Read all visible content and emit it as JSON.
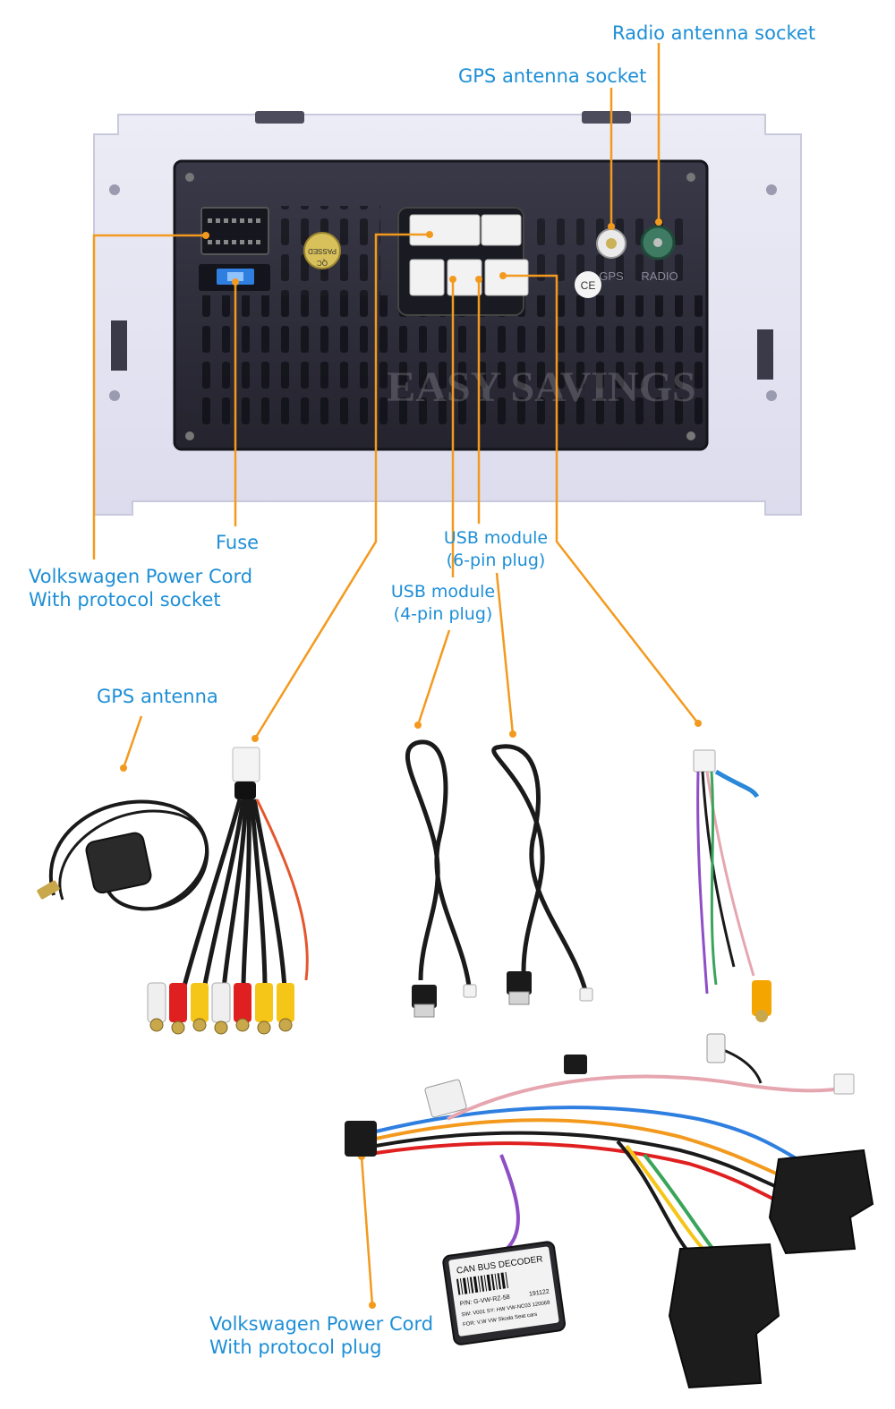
{
  "colors": {
    "label": "#1e8fd6",
    "leader": "#f39a1e",
    "bracket": "#e6e6f4",
    "panel": "#2e2d3b",
    "wire_black": "#1a1a1a"
  },
  "labels": {
    "radio_antenna_socket": "Radio antenna socket",
    "gps_antenna_socket": "GPS antenna socket",
    "fuse": "Fuse",
    "vw_power_cord_socket": [
      "Volkswagen Power Cord",
      "With protocol socket"
    ],
    "usb_6pin": [
      "USB module",
      "(6-pin plug)"
    ],
    "usb_4pin": [
      "USB module",
      "(4-pin plug)"
    ],
    "gps_antenna": "GPS antenna",
    "vw_power_cord_plug": [
      "Volkswagen Power Cord",
      "With protocol plug"
    ]
  },
  "device_print": {
    "watermark": "EASY SAVINGS",
    "gps": "GPS",
    "radio": "RADIO",
    "passed_sticker": "PASSED",
    "qc": "QC",
    "ce_mark": "CE"
  },
  "decoder_box": {
    "title": "CAN BUS DECODER",
    "part_number": "P/N: G-VW-RZ-58",
    "code": "191122",
    "line3": "SW: V001  SY: HW  VW-NC03  120068",
    "line4": "FOR: V.W  VW Skoda  Seat  cars"
  }
}
